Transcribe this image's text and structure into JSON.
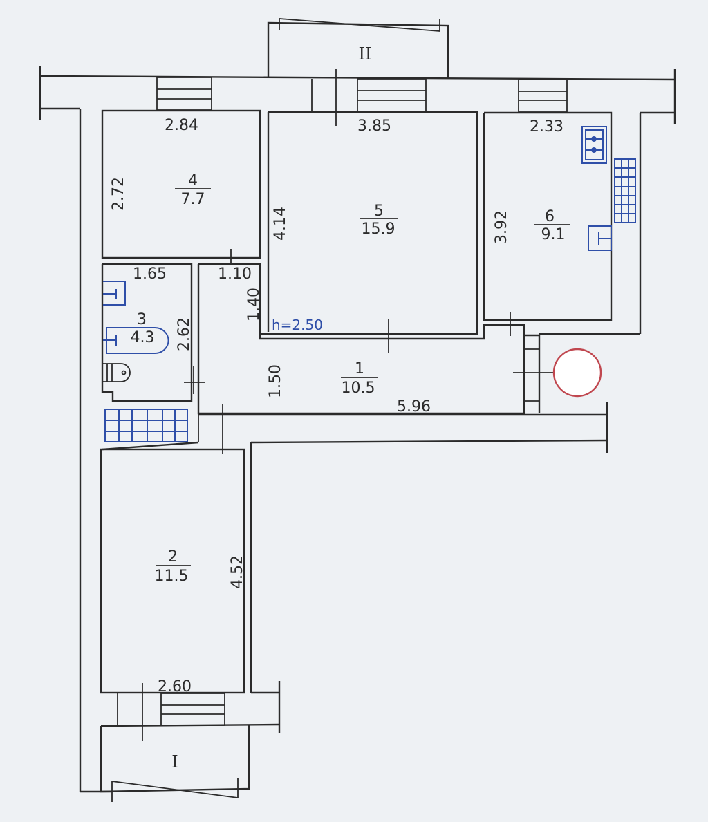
{
  "plan": {
    "ceiling_height": "h=2.50",
    "balconies": [
      {
        "id": "II",
        "label": "II"
      },
      {
        "id": "I",
        "label": "I"
      }
    ],
    "rooms": [
      {
        "number": "1",
        "area": "10.5",
        "dims": [
          "1.50",
          "5.96",
          "1.40",
          "1.10"
        ]
      },
      {
        "number": "2",
        "area": "11.5",
        "dims": [
          "4.52",
          "2.60"
        ]
      },
      {
        "number": "3",
        "area": "4.3",
        "dims": [
          "1.65",
          "2.62"
        ]
      },
      {
        "number": "4",
        "area": "7.7",
        "dims": [
          "2.84",
          "2.72"
        ]
      },
      {
        "number": "5",
        "area": "15.9",
        "dims": [
          "3.85",
          "4.14"
        ]
      },
      {
        "number": "6",
        "area": "9.1",
        "dims": [
          "2.33",
          "3.92"
        ]
      }
    ],
    "colors": {
      "walls": "#2b2b2b",
      "fixtures": "#2f4fa8",
      "riser": "#c0474f",
      "paper": "#eef1f4"
    }
  }
}
